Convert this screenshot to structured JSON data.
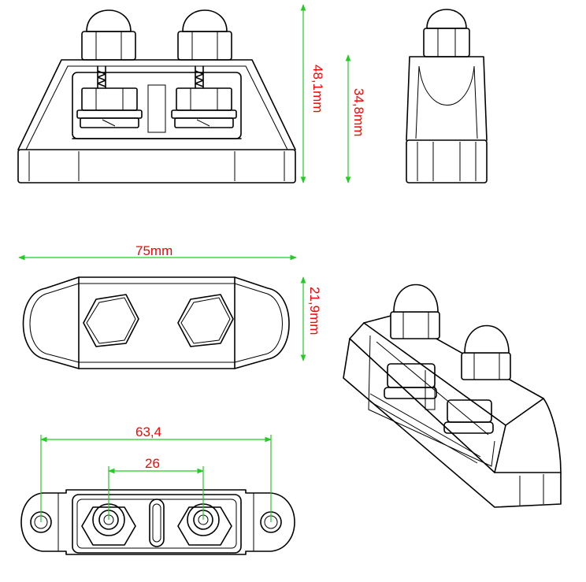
{
  "dimensions": {
    "height_total": "48,1mm",
    "height_body": "34,8mm",
    "length": "75mm",
    "width": "21,9mm",
    "hole_spacing": "63,4",
    "stud_spacing": "26"
  },
  "colors": {
    "dimension_line": "#22cc22",
    "dimension_text": "#ff0000",
    "outline": "#000000"
  }
}
